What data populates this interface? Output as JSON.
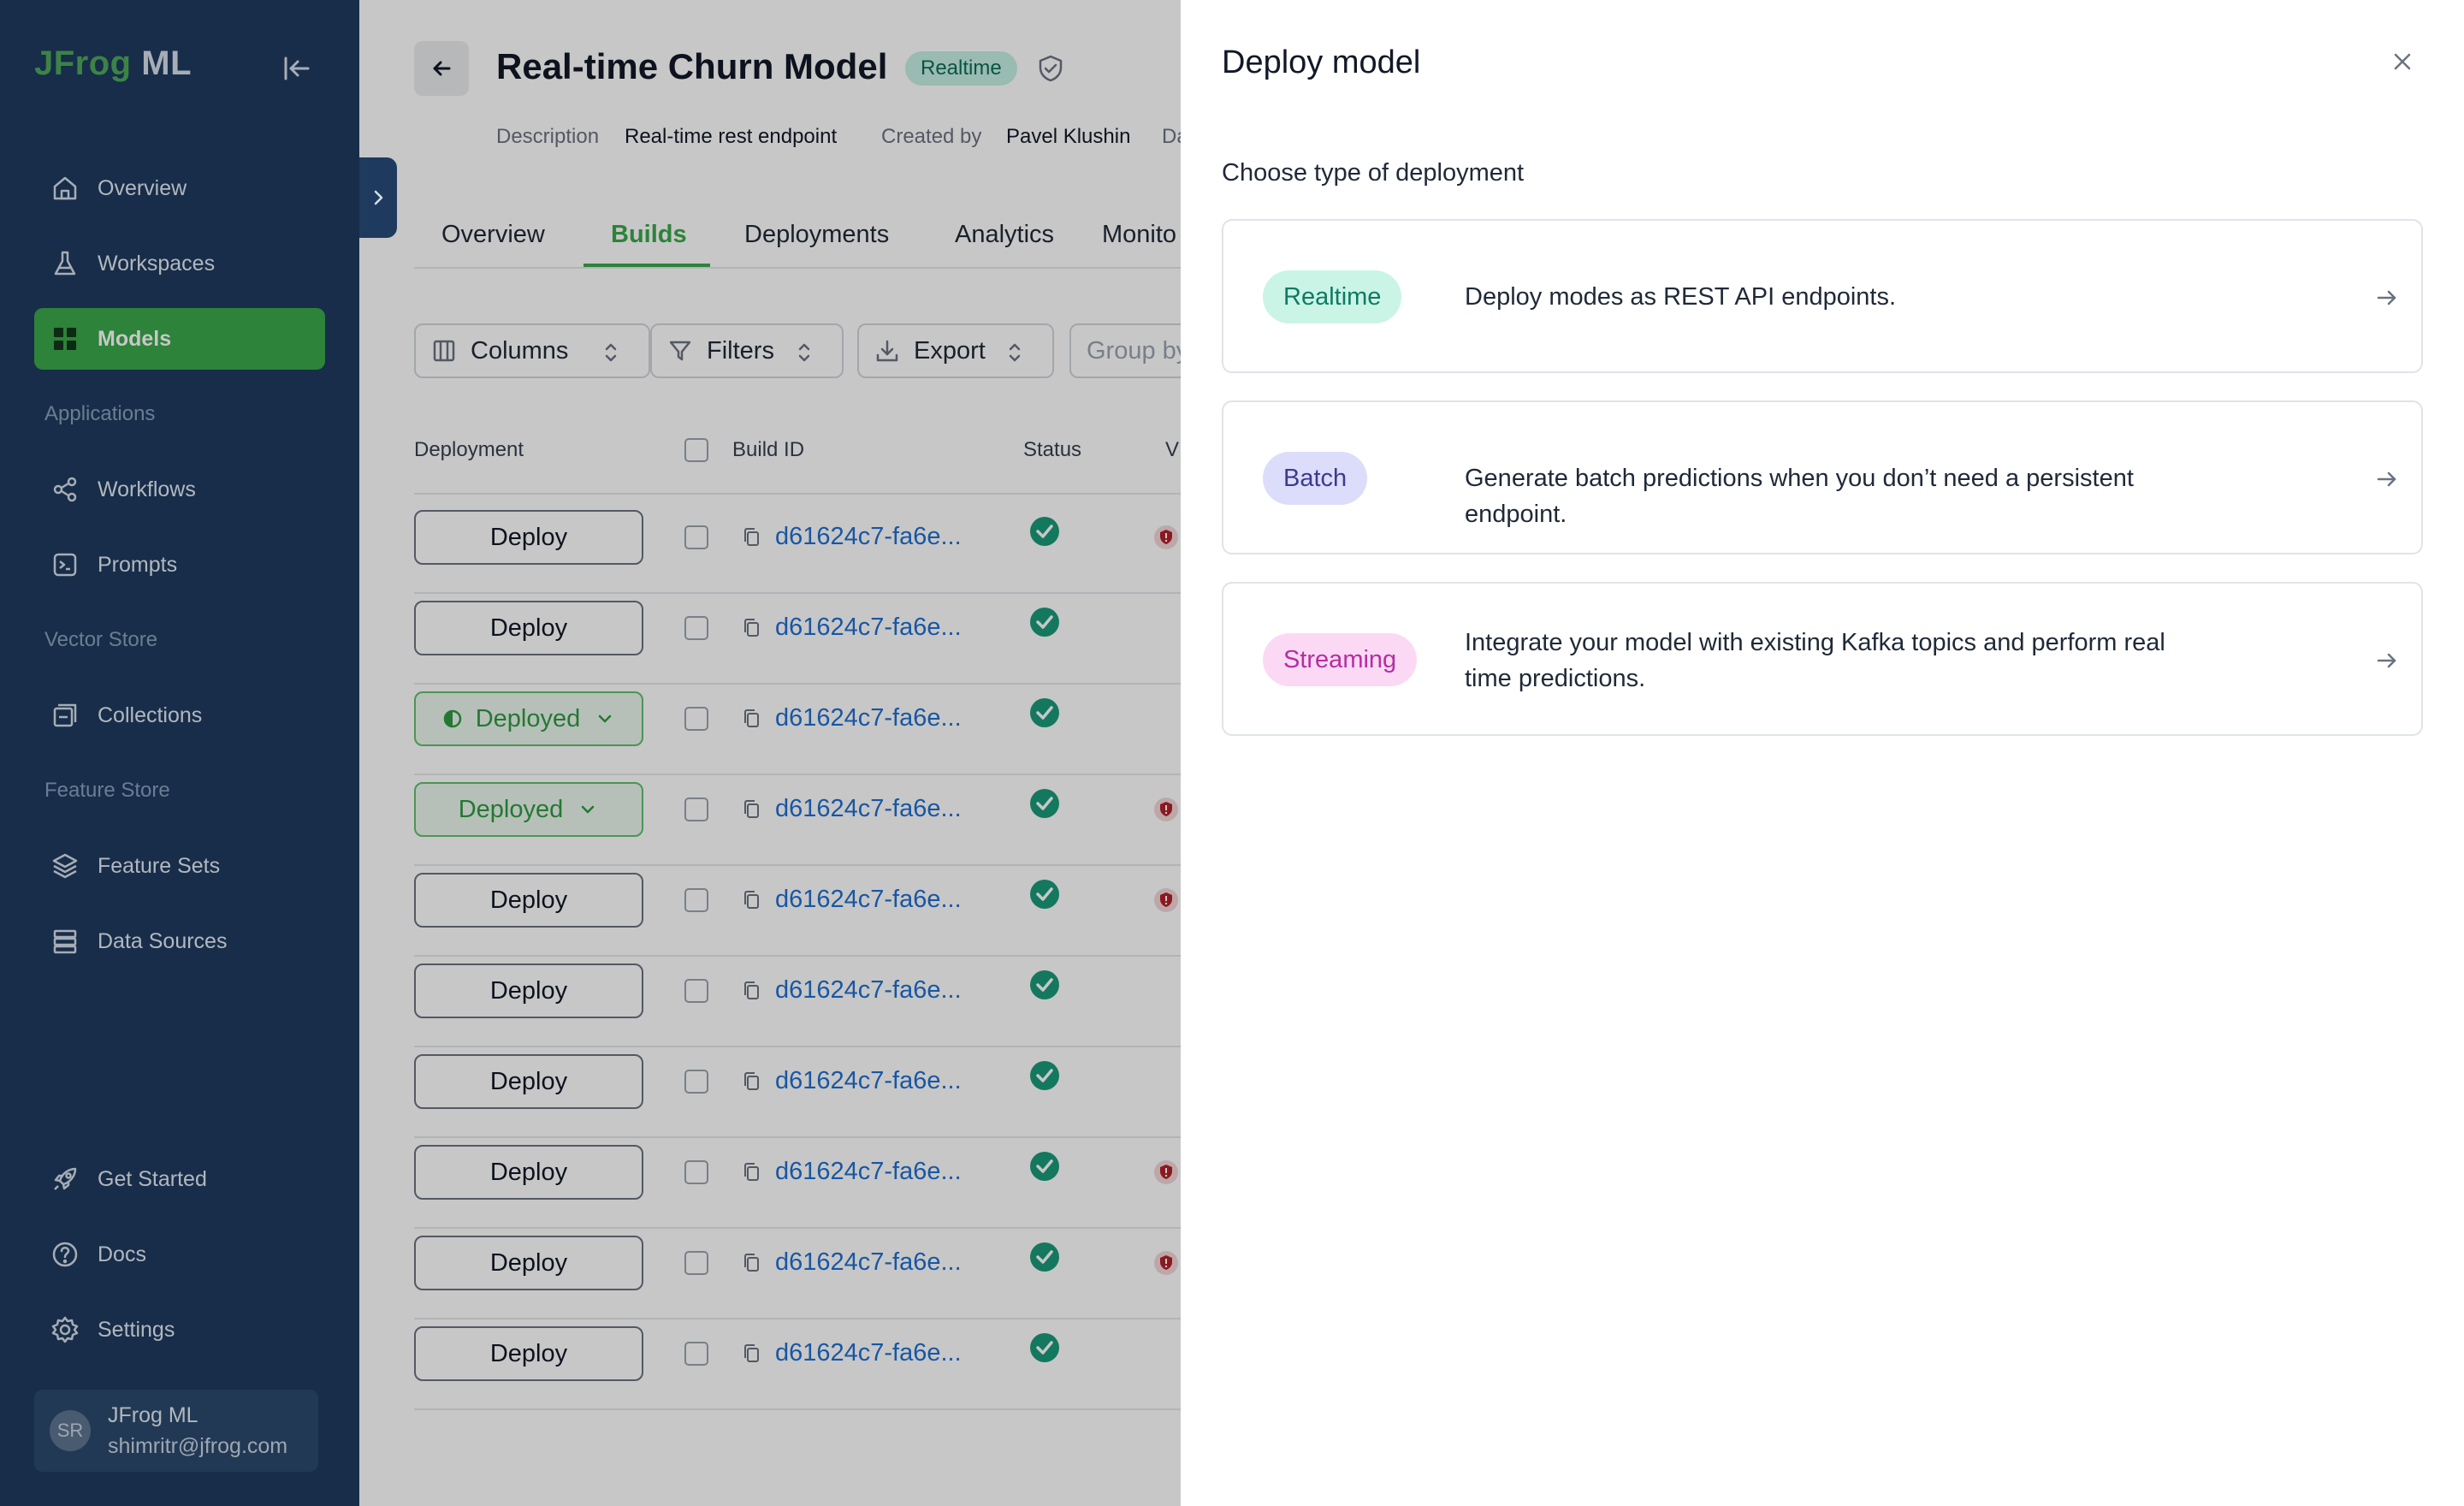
{
  "app": {
    "logo_part1": "JFrog",
    "logo_part2": "ML"
  },
  "sidebar": {
    "items": [
      {
        "label": "Overview"
      },
      {
        "label": "Workspaces"
      },
      {
        "label": "Models"
      },
      {
        "label": "Workflows"
      },
      {
        "label": "Prompts"
      },
      {
        "label": "Collections"
      },
      {
        "label": "Feature Sets"
      },
      {
        "label": "Data Sources"
      },
      {
        "label": "Get Started"
      },
      {
        "label": "Docs"
      },
      {
        "label": "Settings"
      }
    ],
    "sections": [
      "Applications",
      "Vector Store",
      "Feature Store"
    ],
    "user": {
      "initials": "SR",
      "name": "JFrog ML",
      "email": "shimritr@jfrog.com"
    }
  },
  "model": {
    "title": "Real-time Churn Model",
    "badge": "Realtime",
    "meta": {
      "description_label": "Description",
      "description_value": "Real-time rest endpoint",
      "created_by_label": "Created by",
      "created_by_value": "Pavel Klushin",
      "date_label_partial": "Da"
    },
    "tabs": [
      "Overview",
      "Builds",
      "Deployments",
      "Analytics",
      "Monito"
    ],
    "active_tab": "Builds"
  },
  "toolbar": {
    "columns_label": "Columns",
    "filters_label": "Filters",
    "export_label": "Export",
    "group_by_label": "Group by"
  },
  "table": {
    "headers": [
      "Deployment",
      "Build ID",
      "Status",
      "V"
    ],
    "rows": [
      {
        "deployment": "Deploy",
        "build_id": "d61624c7-fa6e...",
        "status": "success",
        "vulnerable": true
      },
      {
        "deployment": "Deploy",
        "build_id": "d61624c7-fa6e...",
        "status": "success",
        "vulnerable": false
      },
      {
        "deployment": "Deployed",
        "build_id": "d61624c7-fa6e...",
        "status": "success",
        "vulnerable": false
      },
      {
        "deployment": "Deployed",
        "build_id": "d61624c7-fa6e...",
        "status": "success",
        "vulnerable": true
      },
      {
        "deployment": "Deploy",
        "build_id": "d61624c7-fa6e...",
        "status": "success",
        "vulnerable": true
      },
      {
        "deployment": "Deploy",
        "build_id": "d61624c7-fa6e...",
        "status": "success",
        "vulnerable": false
      },
      {
        "deployment": "Deploy",
        "build_id": "d61624c7-fa6e...",
        "status": "success",
        "vulnerable": false
      },
      {
        "deployment": "Deploy",
        "build_id": "d61624c7-fa6e...",
        "status": "success",
        "vulnerable": true
      },
      {
        "deployment": "Deploy",
        "build_id": "d61624c7-fa6e...",
        "status": "success",
        "vulnerable": true
      },
      {
        "deployment": "Deploy",
        "build_id": "d61624c7-fa6e...",
        "status": "success",
        "vulnerable": false
      }
    ]
  },
  "drawer": {
    "title": "Deploy model",
    "subtitle": "Choose type of deployment",
    "options": [
      {
        "tag": "Realtime",
        "description": "Deploy modes as REST API endpoints."
      },
      {
        "tag": "Batch",
        "description": "Generate batch predictions when you don’t need a persistent endpoint."
      },
      {
        "tag": "Streaming",
        "description": "Integrate your model with existing Kafka topics and perform real time predictions."
      }
    ]
  },
  "colors": {
    "sidebar_bg": "#1e3a5f",
    "accent_green": "#39a84a",
    "link_blue": "#1f6fd1",
    "status_success": "#1a9a7a",
    "vuln_red": "#b3202a"
  },
  "icons": {
    "nav": [
      "home-icon",
      "flask-icon",
      "grid-icon",
      "workflow-icon",
      "prompt-icon",
      "collection-icon",
      "layers-icon",
      "database-icon",
      "rocket-icon",
      "help-circle-icon",
      "gear-icon"
    ],
    "misc": [
      "collapse-sidebar-icon",
      "chevron-right-icon",
      "back-arrow-icon",
      "shield-check-icon",
      "columns-icon",
      "filter-icon",
      "download-icon",
      "copy-icon",
      "check-circle-icon",
      "shield-alert-icon",
      "close-icon",
      "arrow-right-icon"
    ]
  }
}
